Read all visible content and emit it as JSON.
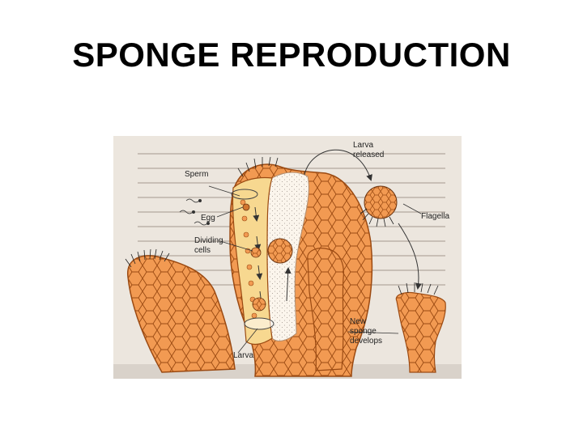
{
  "slide": {
    "title": "SPONGE REPRODUCTION"
  },
  "figure": {
    "labels": {
      "sperm": "Sperm",
      "egg": "Egg",
      "dividing_1": "Dividing",
      "dividing_2": "cells",
      "larva_released_1": "Larva",
      "larva_released_2": "released",
      "flagella": "Flagella",
      "new_sponge_1": "New",
      "new_sponge_2": "sponge",
      "new_sponge_3": "develops",
      "larva": "Larva"
    },
    "colors": {
      "body": "#f29a52",
      "body_cell_lines": "#9b4a12",
      "cavity": "#f7d890",
      "interior": "#fbf5ec",
      "background_page": "#e9e2da",
      "arrow": "#333333"
    }
  }
}
